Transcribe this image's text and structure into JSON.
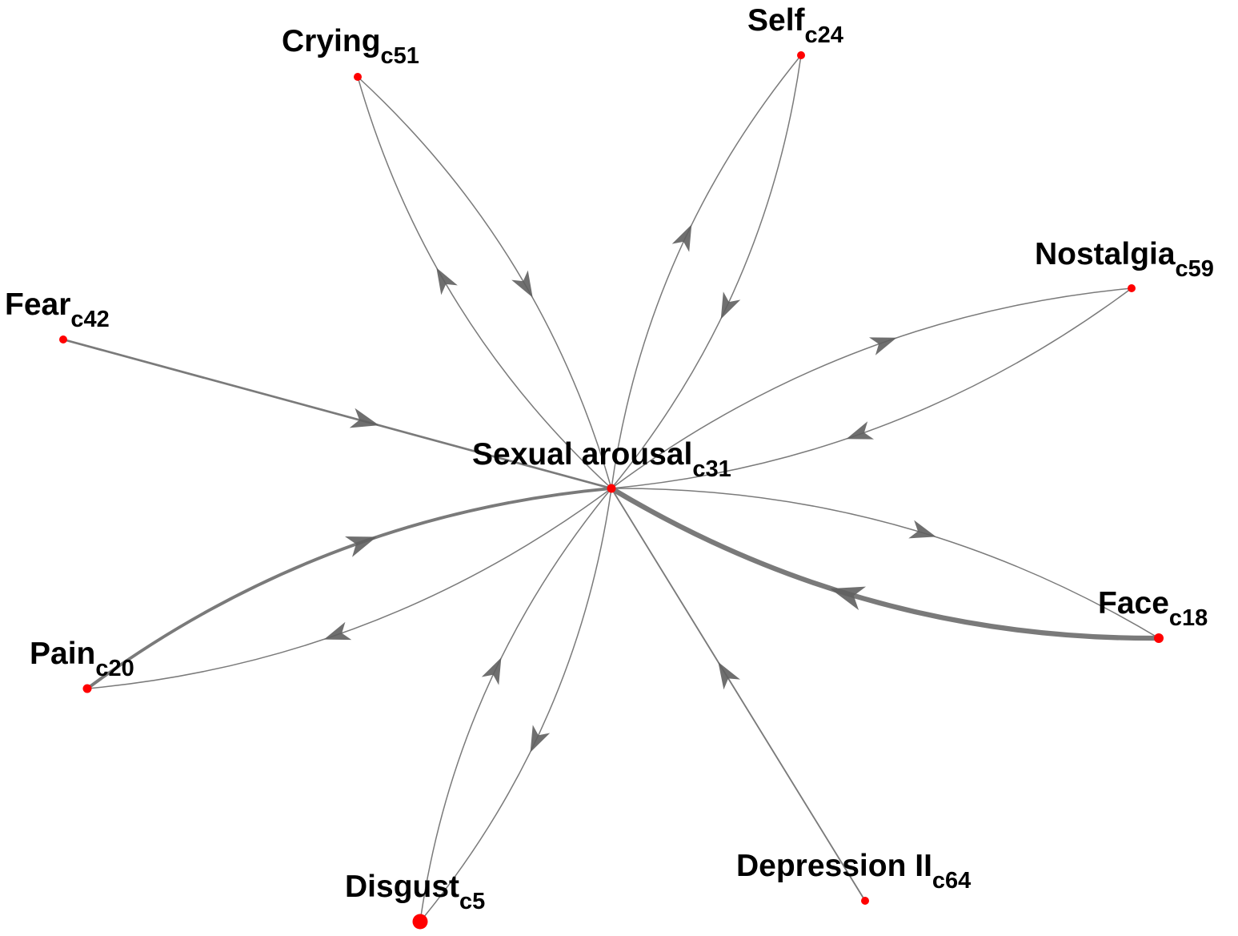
{
  "graph": {
    "hub": "c31",
    "node_color": "#ff0000",
    "edge_color": "#7a7a7a",
    "nodes": [
      {
        "id": "c31",
        "name": "Sexual arousal",
        "sub": "c31"
      },
      {
        "id": "c51",
        "name": "Crying",
        "sub": "c51"
      },
      {
        "id": "c24",
        "name": "Self",
        "sub": "c24"
      },
      {
        "id": "c59",
        "name": "Nostalgia",
        "sub": "c59"
      },
      {
        "id": "c42",
        "name": "Fear",
        "sub": "c42"
      },
      {
        "id": "c18",
        "name": "Face",
        "sub": "c18"
      },
      {
        "id": "c20",
        "name": "Pain",
        "sub": "c20"
      },
      {
        "id": "c5",
        "name": "Disgust",
        "sub": "c5"
      },
      {
        "id": "c64",
        "name": "Depression II",
        "sub": "c64"
      }
    ],
    "edges": [
      {
        "from": "c51",
        "to": "c31",
        "weight": 1
      },
      {
        "from": "c31",
        "to": "c51",
        "weight": 1
      },
      {
        "from": "c24",
        "to": "c31",
        "weight": 1
      },
      {
        "from": "c31",
        "to": "c24",
        "weight": 1
      },
      {
        "from": "c59",
        "to": "c31",
        "weight": 1
      },
      {
        "from": "c31",
        "to": "c59",
        "weight": 1
      },
      {
        "from": "c42",
        "to": "c31",
        "weight": 2
      },
      {
        "from": "c18",
        "to": "c31",
        "weight": 5
      },
      {
        "from": "c31",
        "to": "c18",
        "weight": 1
      },
      {
        "from": "c31",
        "to": "c20",
        "weight": 1
      },
      {
        "from": "c20",
        "to": "c31",
        "weight": 3
      },
      {
        "from": "c31",
        "to": "c5",
        "weight": 1
      },
      {
        "from": "c5",
        "to": "c31",
        "weight": 1
      },
      {
        "from": "c64",
        "to": "c31",
        "weight": 1.3
      }
    ]
  }
}
